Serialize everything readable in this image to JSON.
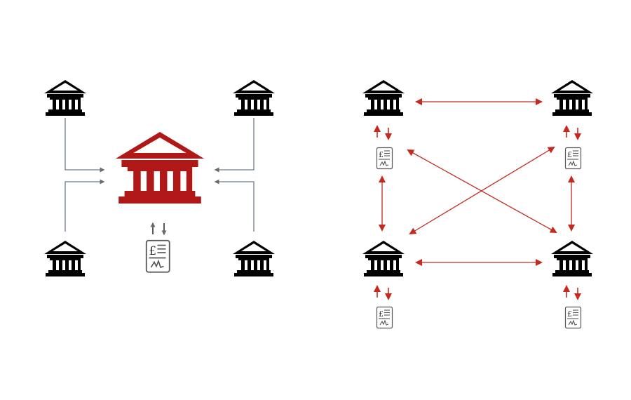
{
  "colors": {
    "background": "#ffffff",
    "bank": "#000000",
    "central_bank": "#b01818",
    "connector_gray": "#6c7a8e",
    "arrow_gray": "#5a5a5a",
    "peer_red": "#c42a20",
    "ledger_stroke": "#555555"
  },
  "ledger_symbol": "£",
  "centralised": {
    "name": "centralised-network",
    "banks": [
      "bank-top-left",
      "bank-top-right",
      "bank-bottom-left",
      "bank-bottom-right"
    ],
    "center_icon": "central-bank-icon",
    "ledger_icon": "shared-ledger-icon"
  },
  "distributed": {
    "name": "distributed-network",
    "banks": [
      "bank-top-left",
      "bank-top-right",
      "bank-bottom-left",
      "bank-bottom-right"
    ],
    "links": [
      [
        "bank-top-left",
        "bank-top-right"
      ],
      [
        "bank-bottom-left",
        "bank-bottom-right"
      ],
      [
        "bank-top-left",
        "bank-bottom-left"
      ],
      [
        "bank-top-right",
        "bank-bottom-right"
      ],
      [
        "bank-top-left",
        "bank-bottom-right"
      ],
      [
        "bank-top-right",
        "bank-bottom-left"
      ]
    ]
  }
}
